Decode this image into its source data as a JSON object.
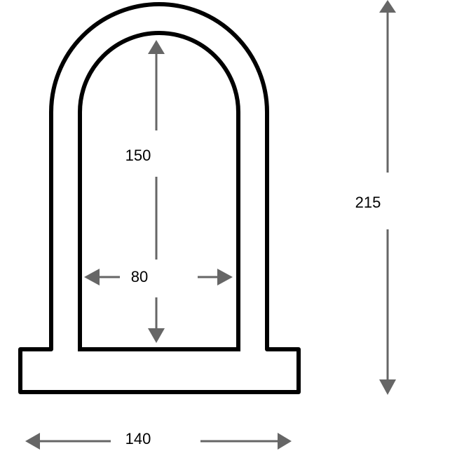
{
  "diagram": {
    "subject": "U-lock dimension drawing",
    "colors": {
      "outline": "#000000",
      "dimension": "#666666",
      "background": "#ffffff"
    },
    "dimensions": {
      "inner_height": "150",
      "inner_width": "80",
      "overall_height": "215",
      "overall_width": "140"
    }
  }
}
